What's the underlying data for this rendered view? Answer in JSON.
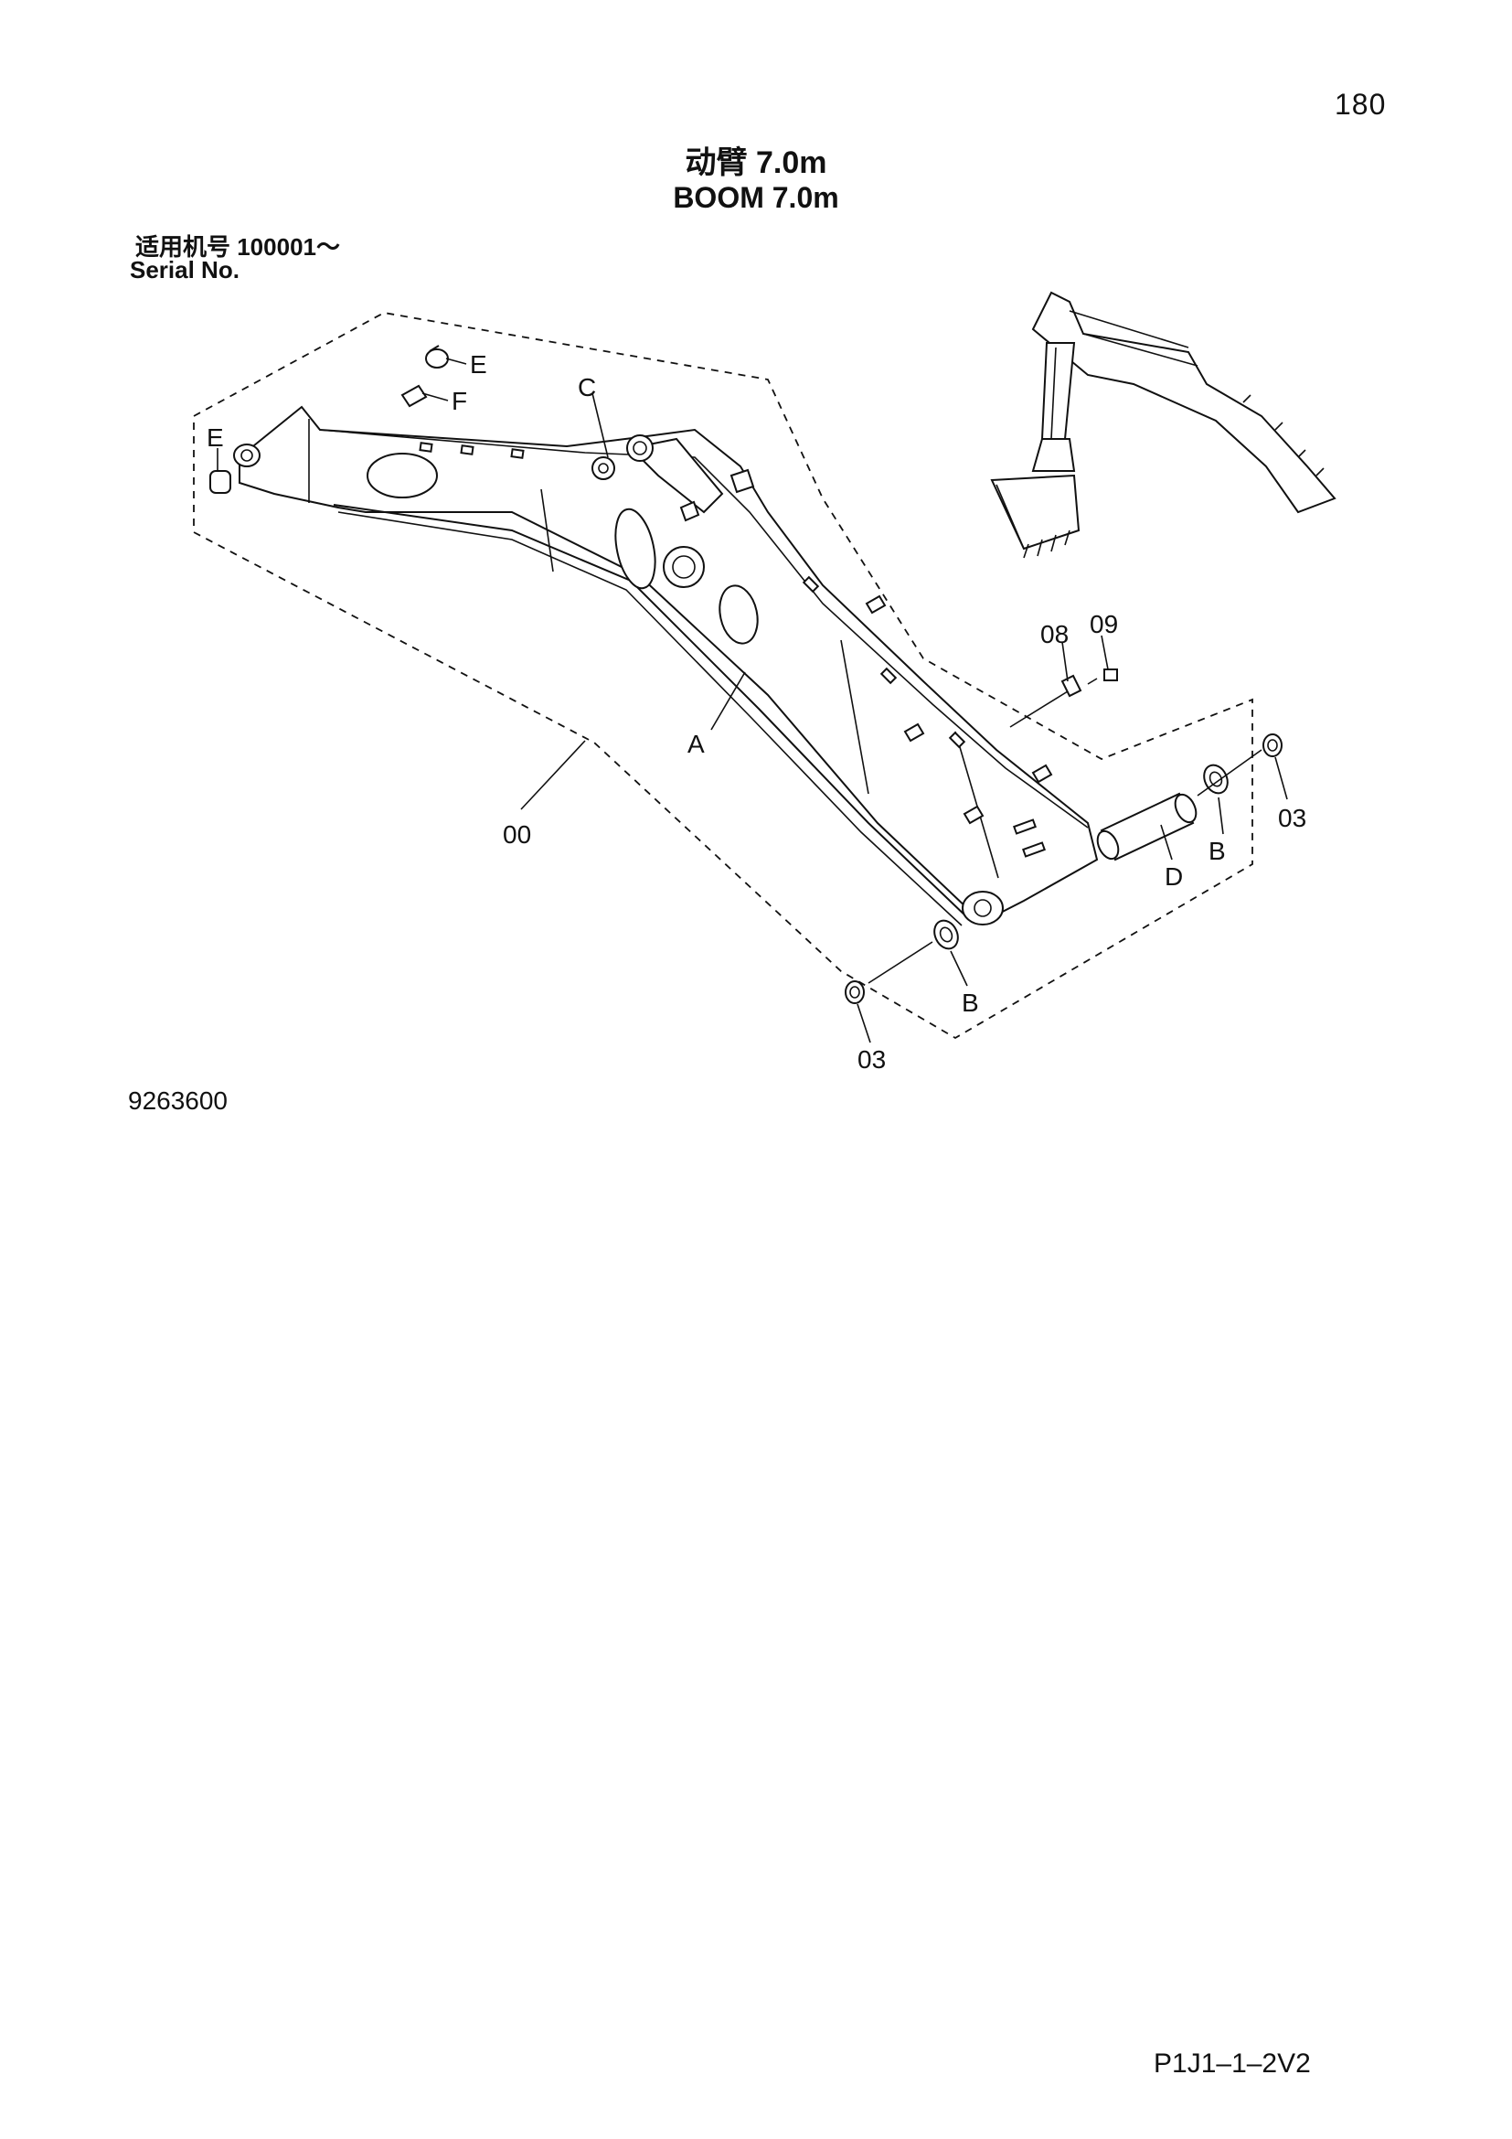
{
  "header": {
    "page_number": "180",
    "title_cn": "动臂 7.0m",
    "title_en": "BOOM 7.0m",
    "serial_cn": "适用机号  100001～",
    "serial_en": "Serial No."
  },
  "diagram": {
    "callouts": {
      "e_top": "E",
      "f": "F",
      "e_left": "E",
      "c": "C",
      "a": "A",
      "assembly": "00",
      "p08": "08",
      "p09": "09",
      "b_right": "B",
      "d": "D",
      "p03_right": "03",
      "b_bottom": "B",
      "p03_bottom": "03"
    }
  },
  "footer": {
    "figure_number": "9263600",
    "doc_code": "P1J1–1–2V2"
  }
}
